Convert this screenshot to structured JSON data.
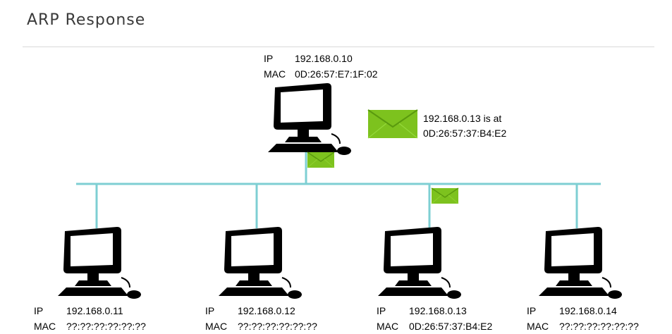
{
  "title": "ARP Response",
  "colors": {
    "wire": "#7ecfd3",
    "envelope": "#7dc21e",
    "envelope_dark": "#5a9a0e",
    "computer": "#000000"
  },
  "sender": {
    "ip_label": "IP",
    "ip": "192.168.0.10",
    "mac_label": "MAC",
    "mac": "0D:26:57:E7:1F:02"
  },
  "message": {
    "line1": "192.168.0.13 is at",
    "line2": "0D:26:57:37:B4:E2"
  },
  "hosts": [
    {
      "ip_label": "IP",
      "ip": "192.168.0.11",
      "mac_label": "MAC",
      "mac": "??:??:??:??:??:??"
    },
    {
      "ip_label": "IP",
      "ip": "192.168.0.12",
      "mac_label": "MAC",
      "mac": "??:??:??:??:??:??"
    },
    {
      "ip_label": "IP",
      "ip": "192.168.0.13",
      "mac_label": "MAC",
      "mac": "0D:26:57:37:B4:E2"
    },
    {
      "ip_label": "IP",
      "ip": "192.168.0.14",
      "mac_label": "MAC",
      "mac": "??:??:??:??:??:??"
    }
  ]
}
